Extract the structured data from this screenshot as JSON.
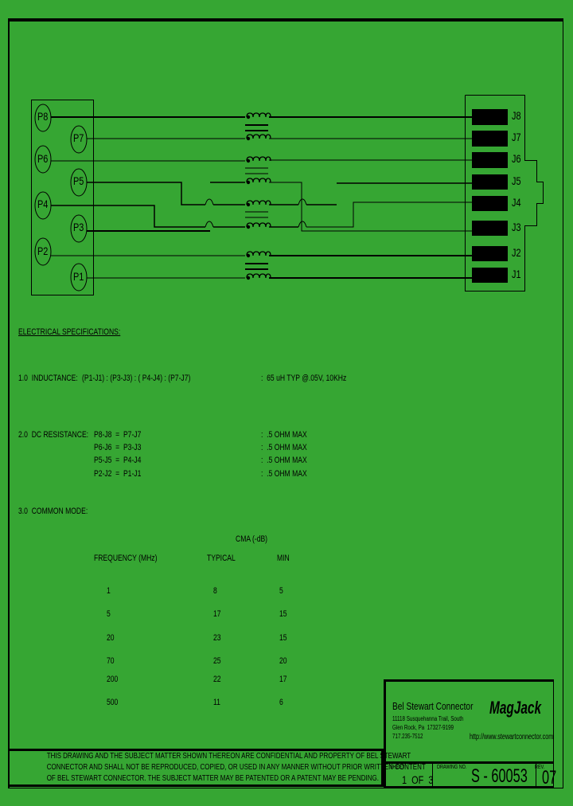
{
  "schematic": {
    "left_pins": [
      "P8",
      "P7",
      "P6",
      "P5",
      "P4",
      "P3",
      "P2",
      "P1"
    ],
    "right_pins": [
      "J8",
      "J7",
      "J6",
      "J5",
      "J4",
      "J3",
      "J2",
      "J1"
    ]
  },
  "specs": {
    "heading": "ELECTRICAL SPECIFICATIONS:",
    "inductance": {
      "label": "1.0  INDUCTANCE:",
      "pairs": "(P1-J1) : (P3-J3) : ( P4-J4) : (P7-J7)",
      "value": ":  65 uH TYP @.05V, 10KHz"
    },
    "dc_resistance": {
      "label": "2.0  DC RESISTANCE:",
      "rows": [
        {
          "pair": "P8-J8  =  P7-J7",
          "value": ":  .5 OHM MAX"
        },
        {
          "pair": "P6-J6  =  P3-J3",
          "value": ":  .5 OHM MAX"
        },
        {
          "pair": "P5-J5  =  P4-J4",
          "value": ":  .5 OHM MAX"
        },
        {
          "pair": "P2-J2  =  P1-J1",
          "value": ":  .5 OHM MAX"
        }
      ]
    },
    "common_mode": {
      "label": "3.0  COMMON MODE:",
      "group_header": "CMA (-dB)",
      "columns": [
        "FREQUENCY (MHz)",
        "TYPICAL",
        "MIN"
      ],
      "rows": [
        [
          "1",
          "8",
          "5"
        ],
        [
          "5",
          "17",
          "15"
        ],
        [
          "20",
          "23",
          "15"
        ],
        [
          "70",
          "25",
          "20"
        ],
        [
          "200",
          "22",
          "17"
        ],
        [
          "500",
          "11",
          "6"
        ]
      ]
    }
  },
  "title_block": {
    "company": "Bel Stewart Connector",
    "address1": "11118 Susquehanna Trail, South",
    "address2": "Glen Rock, Pa  17327-9199",
    "phone": "717.235-7512",
    "brand": "MagJack",
    "url": "http://www.stewartconnector.com",
    "sheet_label": "SHEET",
    "sheet_value": "1  OF  3",
    "drawing_label": "DRAWING NO.",
    "drawing_value": "S - 60053",
    "rev_label": "REV.",
    "rev_value": "07"
  },
  "confidential": {
    "line1": "THIS DRAWING AND THE SUBJECT MATTER SHOWN THEREON ARE CONFIDENTIAL AND PROPERTY OF BEL STEWART",
    "line2": "CONNECTOR AND SHALL NOT BE REPRODUCED, COPIED, OR USED IN ANY MANNER WITHOUT PRIOR WRITTEN CONTENT",
    "line3": "OF BEL STEWART CONNECTOR.  THE SUBJECT MATTER MAY BE PATENTED OR A PATENT MAY BE PENDING."
  }
}
